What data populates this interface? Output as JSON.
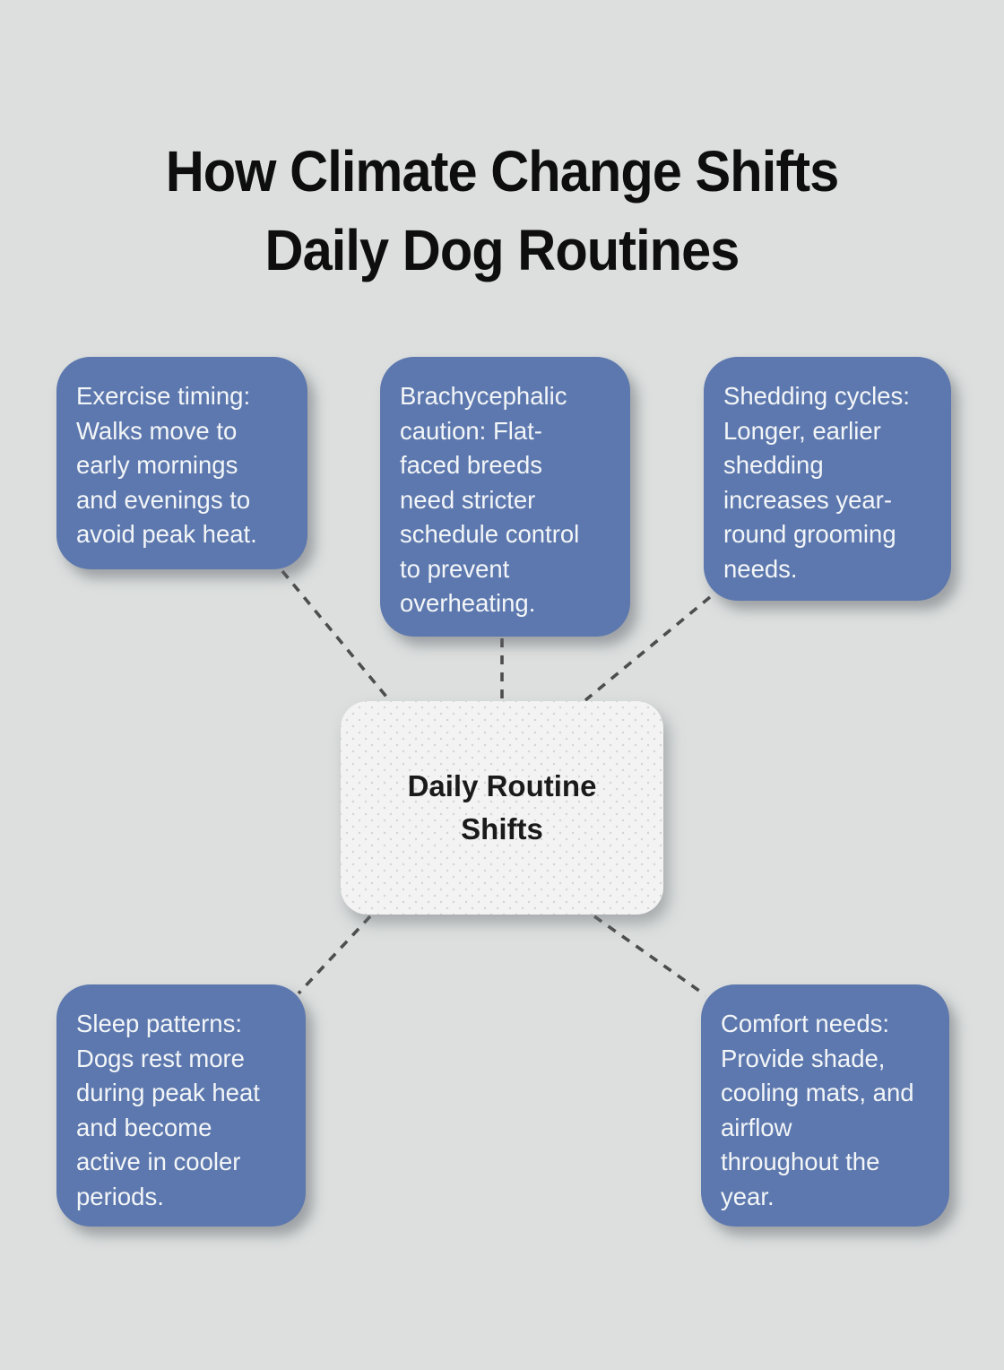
{
  "title": {
    "lines": [
      "How Climate Change Shifts",
      "Daily Dog Routines"
    ]
  },
  "center_node": {
    "lines": [
      "Daily Routine",
      "Shifts"
    ]
  },
  "branch_nodes": [
    {
      "id": "exercise-timing",
      "lines": [
        "Exercise timing:",
        "Walks move to",
        "early mornings",
        "and evenings to",
        "avoid peak heat."
      ]
    },
    {
      "id": "brachycephalic-caution",
      "lines": [
        "Brachycephalic",
        "caution: Flat-",
        "faced breeds",
        "need stricter",
        "schedule control",
        "to prevent",
        "overheating."
      ]
    },
    {
      "id": "shedding-cycles",
      "lines": [
        "Shedding cycles:",
        "Longer, earlier",
        "shedding",
        "increases year-",
        "round grooming",
        "needs."
      ]
    },
    {
      "id": "sleep-patterns",
      "lines": [
        "Sleep patterns:",
        "Dogs rest more",
        "during peak heat",
        "and become",
        "active in cooler",
        "periods."
      ]
    },
    {
      "id": "comfort-needs",
      "lines": [
        "Comfort needs:",
        "Provide shade,",
        "cooling mats, and",
        "airflow",
        "throughout the",
        "year."
      ]
    }
  ],
  "colors": {
    "background": "#dcdfde",
    "branch_box": "#5d78ae",
    "branch_text": "#f3f6f8",
    "center_box": "#f2f3f2",
    "center_text": "#1a1a1a",
    "connector": "#4d4d4d",
    "title": "#0e0e0e"
  }
}
